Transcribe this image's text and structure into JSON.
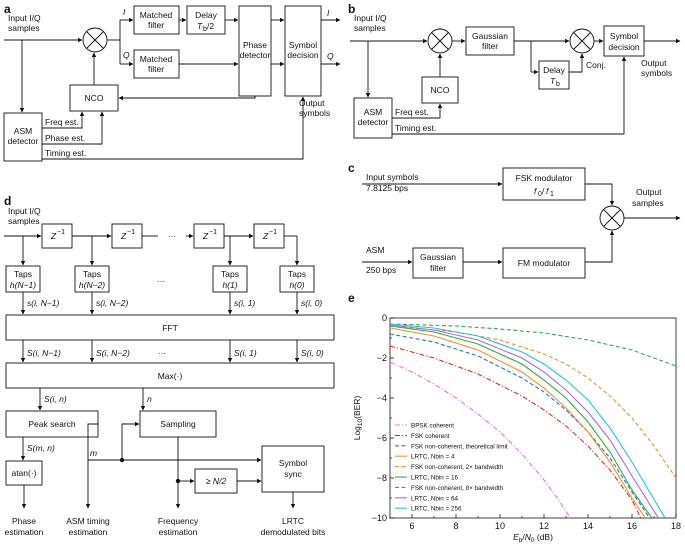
{
  "panels": {
    "a": "a",
    "b": "b",
    "c": "c",
    "d": "d",
    "e": "e"
  },
  "a": {
    "input": [
      "Input I/Q",
      "samples"
    ],
    "matched_filter": [
      "Matched",
      "filter"
    ],
    "delay": "Delay",
    "delay_sub": "T",
    "delay_subsub": "b",
    "delay_tail": "/2",
    "phase_detector": [
      "Phase",
      "detector"
    ],
    "symbol_decision": [
      "Symbol",
      "decision"
    ],
    "nco": "NCO",
    "asm": [
      "ASM",
      "detector"
    ],
    "freq": "Freq est.",
    "phase": "Phase est.",
    "timing": "Timing est.",
    "i_label": "I",
    "q_label": "Q",
    "output": [
      "Output",
      "symbols"
    ]
  },
  "b": {
    "input": [
      "Input I/Q",
      "samples"
    ],
    "gaussian": [
      "Gaussian",
      "filter"
    ],
    "nco": "NCO",
    "delay": "Delay",
    "delay_t": "T",
    "delay_b": "b",
    "symbol_decision": [
      "Symbol",
      "decision"
    ],
    "conj": "Conj.",
    "asm": [
      "ASM",
      "detector"
    ],
    "freq": "Freq est.",
    "timing": "Timing est.",
    "output": [
      "Output",
      "symbols"
    ]
  },
  "c": {
    "input_symbols": "Input symbols",
    "rate1": "7.8125 bps",
    "fsk_mod": "FSK modulator",
    "fsk_f": "f",
    "f0": "0",
    "f1": "1",
    "asm": "ASM",
    "rate2": "250 bps",
    "gaussian": [
      "Gaussian",
      "filter"
    ],
    "fm_mod": "FM modulator",
    "output": [
      "Output",
      "samples"
    ]
  },
  "d": {
    "input": [
      "Input I/Q",
      "samples"
    ],
    "z": "Z",
    "zexp": "−1",
    "dots": "···",
    "taps": "Taps",
    "h": [
      "h(N−1)",
      "h(N−2)",
      "h(1)",
      "h(0)"
    ],
    "s": [
      "s(i, N−1)",
      "s(i, N−2)",
      "s(i, 1)",
      "s(i, 0)"
    ],
    "fft": "FFT",
    "S": [
      "S(i, N−1)",
      "S(i, N−2)",
      "S(i, 1)",
      "S(i, 0)"
    ],
    "max": "Max(·)",
    "sin": "S(i, n)",
    "n": "n",
    "peak": "Peak search",
    "sampling": "Sampling",
    "smn": "S(m, n)",
    "m": "m",
    "atan": "atan(·)",
    "geq": "≥ N/2",
    "symsync": [
      "Symbol",
      "sync"
    ],
    "out": [
      "Phase",
      "estimation",
      "ASM timing",
      "estimation",
      "Frequency",
      "estimation",
      "LRTC",
      "demodulated bits"
    ]
  },
  "e": {
    "ylabel": "Log10(BER)",
    "xlabel": "Eb/N0 (dB)",
    "legend": [
      "BPSK coherent",
      "FSK coherent",
      "FSK non-coherent, theoretical limit",
      "LRTC, Nbin = 4",
      "FSK non-coherent, 2× bandwidth",
      "LRTC, Nbin = 16",
      "FSK non-coherent, 8× bandwidth",
      "LRTC, Nbin = 64",
      "LRTC, Nbin = 256"
    ],
    "xticks": [
      "6",
      "8",
      "10",
      "12",
      "14",
      "16",
      "18"
    ],
    "yticks": [
      "0",
      "−2",
      "−4",
      "−6",
      "−8",
      "−10"
    ]
  },
  "chart_data": {
    "type": "line",
    "xlabel": "Eb/N0 (dB)",
    "ylabel": "Log10(BER)",
    "xlim": [
      5,
      18
    ],
    "ylim": [
      -10,
      0
    ],
    "grid": false,
    "legend_position": "bottom-left",
    "series": [
      {
        "name": "BPSK coherent",
        "color": "#e07ad6",
        "dash": "dashdot",
        "x": [
          5,
          6,
          7,
          8,
          9,
          10,
          11,
          12,
          12.6,
          13.2
        ],
        "y": [
          -2.2,
          -2.7,
          -3.3,
          -4.0,
          -4.8,
          -5.7,
          -6.8,
          -8.1,
          -9.0,
          -10
        ]
      },
      {
        "name": "FSK coherent",
        "color": "#d62d2d",
        "dash": "dashdot",
        "x": [
          5,
          7,
          9,
          11,
          12,
          13,
          14,
          15,
          16,
          16.4
        ],
        "y": [
          -1.4,
          -2.0,
          -2.8,
          -3.9,
          -4.6,
          -5.4,
          -6.4,
          -7.6,
          -9.1,
          -10
        ]
      },
      {
        "name": "FSK non-coherent, theoretical limit",
        "color": "#2b6fd1",
        "dash": "dashed",
        "x": [
          5,
          7,
          9,
          11,
          12,
          13,
          14,
          15,
          16,
          16.8
        ],
        "y": [
          -0.8,
          -1.2,
          -1.9,
          -3.0,
          -3.7,
          -4.6,
          -5.7,
          -7.0,
          -8.7,
          -10
        ]
      },
      {
        "name": "LRTC, Nbin = 4",
        "color": "#f0902a",
        "dash": "solid",
        "x": [
          5,
          7,
          9,
          11,
          12,
          13,
          14,
          15,
          16,
          16.6
        ],
        "y": [
          -0.5,
          -0.9,
          -1.6,
          -2.7,
          -3.5,
          -4.5,
          -5.7,
          -7.2,
          -9.0,
          -10
        ]
      },
      {
        "name": "FSK non-coherent, 2× bandwidth",
        "color": "#f0902a",
        "dash": "dashed",
        "x": [
          5,
          8,
          10,
          12,
          13,
          14,
          15,
          16,
          17,
          18
        ],
        "y": [
          -0.4,
          -0.7,
          -1.1,
          -1.8,
          -2.3,
          -3.0,
          -3.9,
          -5.0,
          -6.4,
          -8.0
        ]
      },
      {
        "name": "LRTC, Nbin = 16",
        "color": "#35a84a",
        "dash": "solid",
        "x": [
          5,
          7,
          9,
          11,
          12,
          13,
          14,
          15,
          16,
          16.9
        ],
        "y": [
          -0.4,
          -0.7,
          -1.3,
          -2.3,
          -3.1,
          -4.0,
          -5.2,
          -6.7,
          -8.6,
          -10
        ]
      },
      {
        "name": "FSK non-coherent, 8× bandwidth",
        "color": "#35a84a",
        "dash": "dashed",
        "x": [
          5,
          8,
          10,
          12,
          14,
          16,
          17,
          18
        ],
        "y": [
          -0.3,
          -0.4,
          -0.55,
          -0.75,
          -1.1,
          -1.6,
          -2.0,
          -2.4
        ]
      },
      {
        "name": "LRTC, Nbin = 64",
        "color": "#a66cd9",
        "dash": "solid",
        "x": [
          5,
          7,
          9,
          11,
          12,
          13,
          14,
          15,
          16,
          17.2
        ],
        "y": [
          -0.35,
          -0.6,
          -1.1,
          -2.0,
          -2.7,
          -3.6,
          -4.7,
          -6.1,
          -7.9,
          -10
        ]
      },
      {
        "name": "LRTC, Nbin = 256",
        "color": "#2bbfdb",
        "dash": "solid",
        "x": [
          5,
          7,
          9,
          11,
          12,
          13,
          14,
          15,
          16,
          17.5
        ],
        "y": [
          -0.3,
          -0.5,
          -0.9,
          -1.7,
          -2.3,
          -3.1,
          -4.1,
          -5.5,
          -7.2,
          -10
        ]
      }
    ]
  }
}
